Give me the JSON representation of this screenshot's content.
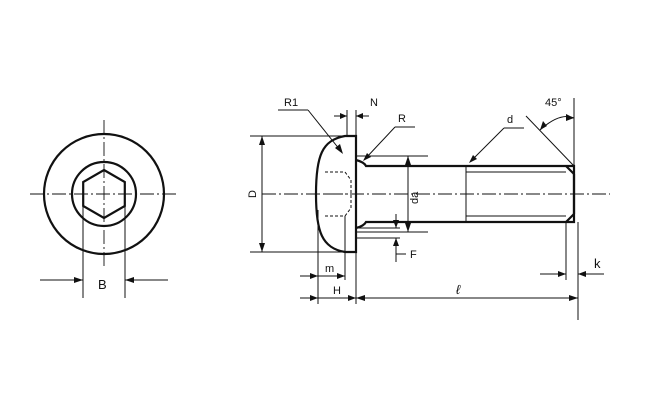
{
  "labels": {
    "B": "B",
    "D": "D",
    "R1": "R1",
    "N": "N",
    "R": "R",
    "d": "d",
    "angle": "45°",
    "da": "da",
    "F": "F",
    "m": "m",
    "H": "H",
    "l": "ℓ",
    "k": "k"
  }
}
